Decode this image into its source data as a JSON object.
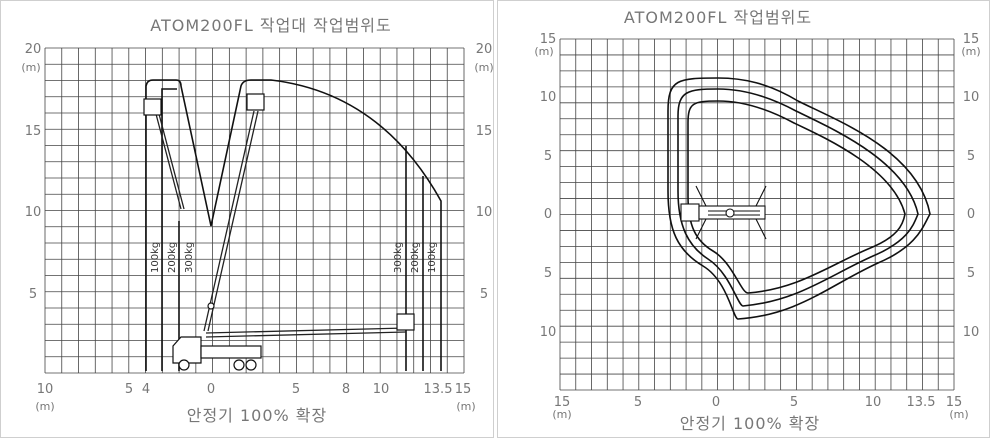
{
  "left": {
    "title": "ATOM200FL 작업대 작업범위도",
    "caption": "안정기 100% 확장",
    "unit": "(m)",
    "y_ticks": [
      "20",
      "15",
      "10",
      "5"
    ],
    "x_ticks": [
      "10",
      "5",
      "4",
      "0",
      "5",
      "8",
      "10",
      "13.5",
      "15"
    ],
    "loads_left": [
      "100kg",
      "200kg",
      "300kg"
    ],
    "loads_right": [
      "300kg",
      "200kg",
      "100kg"
    ]
  },
  "right": {
    "title": "ATOM200FL 작업범위도",
    "caption": "안정기 100% 확장",
    "unit": "(m)",
    "y_ticks": [
      "15",
      "10",
      "5",
      "0",
      "5",
      "10"
    ],
    "x_ticks": [
      "15",
      "5",
      "0",
      "5",
      "10",
      "13.5",
      "15"
    ]
  },
  "colors": {
    "grid": "#444444",
    "curve": "#111111",
    "text": "#777777",
    "border": "#cfcfcf"
  },
  "icons": [
    "truck-side-icon",
    "truck-top-icon",
    "aerial-basket-icon"
  ]
}
